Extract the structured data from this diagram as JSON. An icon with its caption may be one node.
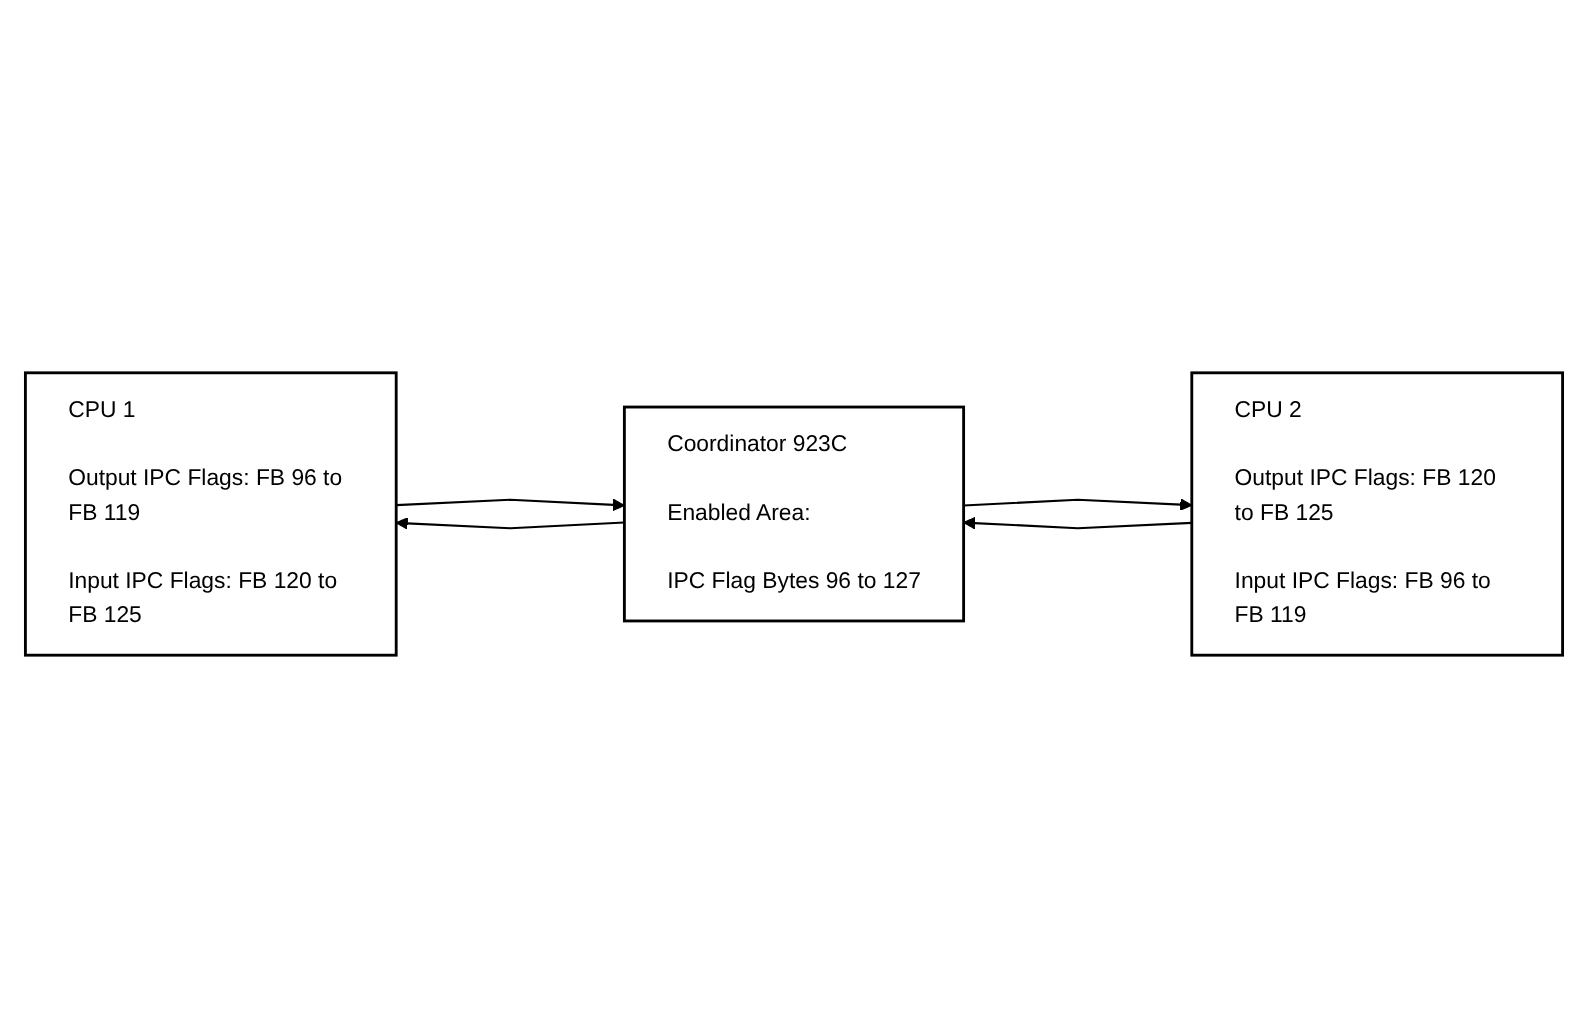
{
  "diagram": {
    "nodes": [
      {
        "text": [
          "CPU 1",
          "Output IPC Flags: FB 96 to FB 119",
          "Input IPC Flags: FB 120 to FB 125"
        ]
      },
      {
        "text": [
          "Coordinator 923C",
          "Enabled Area:",
          "IPC Flag Bytes 96 to 127"
        ]
      },
      {
        "text": [
          "CPU 2",
          "Output IPC Flags: FB 120 to FB 125",
          "Input IPC Flags: FB 96 to FB 119"
        ]
      }
    ],
    "edges": [
      {
        "from": 0,
        "to": 1,
        "arrow": "to"
      },
      {
        "from": 1,
        "to": 0,
        "arrow": "to"
      },
      {
        "from": 2,
        "to": 1,
        "arrow": "to"
      },
      {
        "from": 1,
        "to": 2,
        "arrow": "to"
      }
    ]
  }
}
